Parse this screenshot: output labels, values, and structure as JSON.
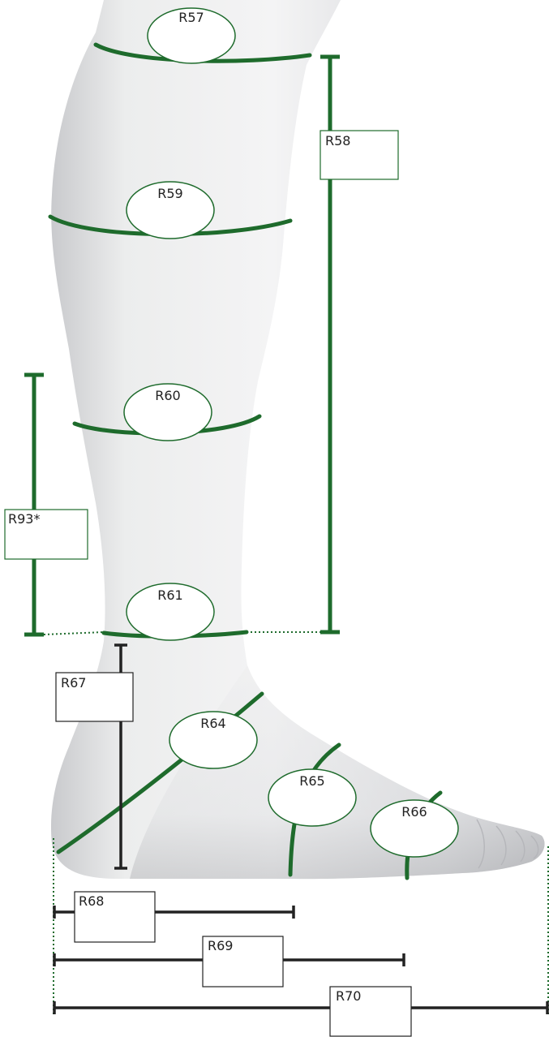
{
  "colors": {
    "green": "#1e6b2c",
    "dark": "#222222",
    "skin_light": "#f2f2f3",
    "skin_mid": "#dcdde0",
    "skin_dark": "#b9babd",
    "box_border": "#1e6b2c"
  },
  "labels": {
    "r57": "R57",
    "r58": "R58",
    "r59": "R59",
    "r60": "R60",
    "r61": "R61",
    "r64": "R64",
    "r65": "R65",
    "r66": "R66",
    "r67": "R67",
    "r68": "R68",
    "r69": "R69",
    "r70": "R70",
    "r93": "R93*"
  }
}
